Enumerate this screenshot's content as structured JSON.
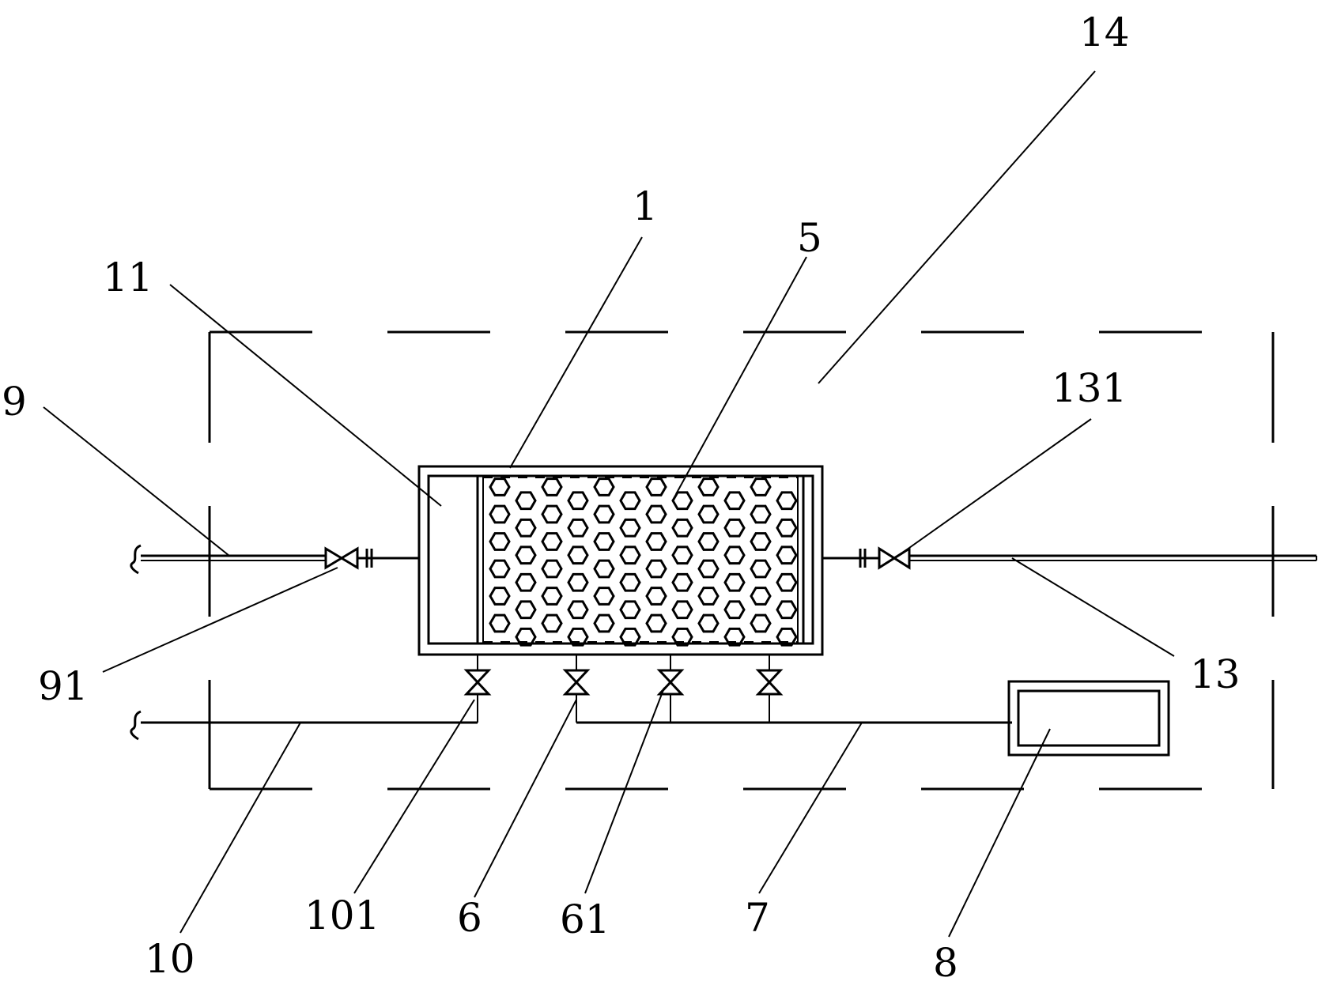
{
  "labels": {
    "l1": "1",
    "l5": "5",
    "l6": "6",
    "l7": "7",
    "l8": "8",
    "l9": "9",
    "l10": "10",
    "l11": "11",
    "l13": "13",
    "l14": "14",
    "l61": "61",
    "l91": "91",
    "l101": "101",
    "l131": "131"
  }
}
